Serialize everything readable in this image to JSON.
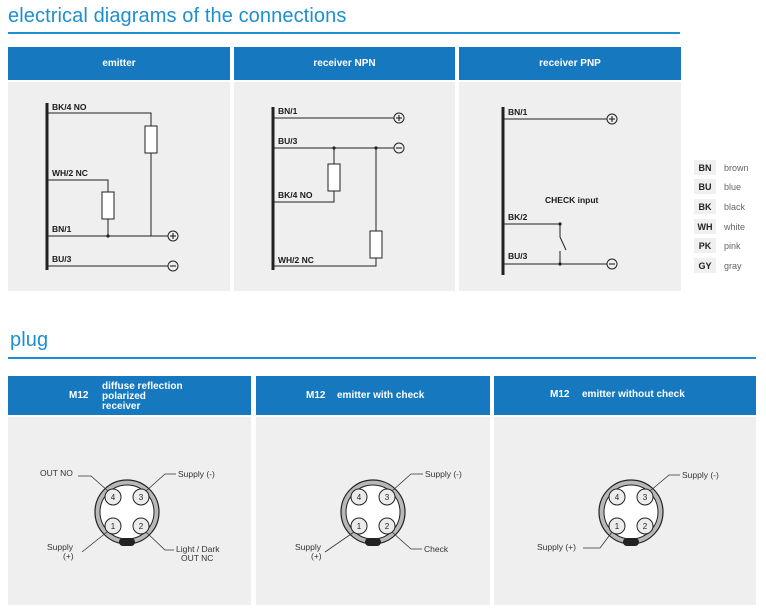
{
  "headings": {
    "connections": "electrical diagrams of the connections",
    "plug": "plug"
  },
  "panels": {
    "emitter": {
      "title": "emitter",
      "wires": [
        "BK/4 NO",
        "WH/2 NC",
        "BN/1",
        "BU/3"
      ]
    },
    "receiver_npn": {
      "title": "receiver NPN",
      "wires": [
        "BN/1",
        "BU/3",
        "BK/4 NO",
        "WH/2 NC"
      ]
    },
    "receiver_pnp": {
      "title": "receiver PNP",
      "wires": [
        "BN/1",
        "CHECK input",
        "BK/2",
        "BU/3"
      ]
    }
  },
  "terminals": {
    "plus": "+",
    "minus": "−"
  },
  "legend": [
    {
      "code": "BN",
      "name": "brown"
    },
    {
      "code": "BU",
      "name": "blue"
    },
    {
      "code": "BK",
      "name": "black"
    },
    {
      "code": "WH",
      "name": "white"
    },
    {
      "code": "PK",
      "name": "pink"
    },
    {
      "code": "GY",
      "name": "gray"
    }
  ],
  "plugs": [
    {
      "connector": "M12",
      "title_lines": [
        "diffuse reflection",
        "polarized",
        "receiver"
      ],
      "pins": [
        "4",
        "3",
        "1",
        "2"
      ],
      "labels": {
        "top_left": "OUT NO",
        "top_right": "Supply (-)",
        "bottom_left_1": "Supply",
        "bottom_left_2": "(+)",
        "bottom_right_1": "Light / Dark",
        "bottom_right_2": "OUT NC"
      }
    },
    {
      "connector": "M12",
      "title": "emitter with check",
      "pins": [
        "4",
        "3",
        "1",
        "2"
      ],
      "labels": {
        "top_right": "Supply (-)",
        "bottom_left_1": "Supply",
        "bottom_left_2": "(+)",
        "bottom_right": "Check"
      }
    },
    {
      "connector": "M12",
      "title": "emitter without check",
      "pins": [
        "4",
        "3",
        "1",
        "2"
      ],
      "labels": {
        "top_right": "Supply (-)",
        "bottom_left": "Supply (+)"
      }
    }
  ]
}
